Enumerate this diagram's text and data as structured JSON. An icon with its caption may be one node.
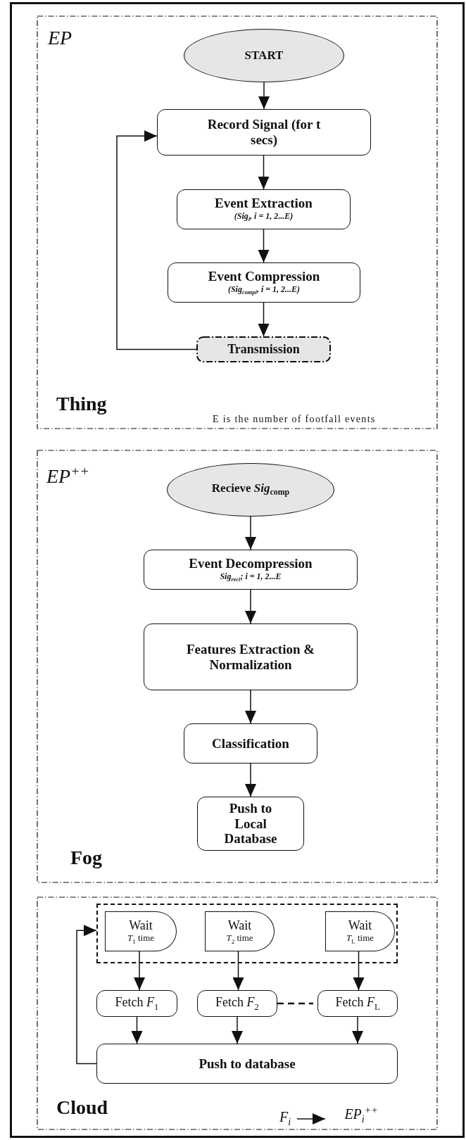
{
  "diagram": {
    "nodes": [
      {
        "text": [
          "EP",
          "Thing"
        ]
      },
      {
        "text": [
          "START"
        ],
        "in": 0
      },
      {
        "text": [
          "Record Signal (for t secs)"
        ],
        "in": 0
      },
      {
        "text": [
          "Event Extraction",
          "(Sig$_{i}$, i = 1, 2...E)"
        ],
        "in": 0
      },
      {
        "text": [
          "Event Compression",
          "(Sig$_{comp}$$_{i}$, i = 1, 2...E)"
        ],
        "in": 0
      },
      {
        "text": [
          "Transmission"
        ],
        "in": 0
      },
      {
        "text": [
          "EP$^{++}$",
          "Fog"
        ]
      },
      {
        "text": [
          "Recieve *Sig*$_{comp}$"
        ],
        "in": 6
      },
      {
        "text": [
          "Event Decompression",
          "Sig$_{rec}$$_{i}$; i = 1, 2...E"
        ],
        "in": 6
      },
      {
        "text": [
          "Features Extraction & Normalization"
        ],
        "in": 6
      },
      {
        "text": [
          "Classification"
        ],
        "in": 6
      },
      {
        "text": [
          "Push to Local Database"
        ],
        "in": 6
      },
      {
        "text": [
          "Cloud"
        ]
      },
      {
        "text": [],
        "shape": "box",
        "in": 12
      },
      {
        "text": [
          "Wait",
          "*T*$_{1}$ time"
        ],
        "in": 13
      },
      {
        "text": [
          "Wait",
          "*T*$_{2}$ time"
        ],
        "in": 13
      },
      {
        "text": [
          "Wait",
          "*T*$_{L}$ time"
        ],
        "in": 13
      },
      {
        "text": [
          "Fetch *F*$_{1}$"
        ],
        "in": 12
      },
      {
        "text": [
          "Fetch *F*$_{2}$"
        ],
        "in": 12
      },
      {
        "text": [
          "Fetch *F*$_{L}$"
        ],
        "in": 12
      },
      {
        "text": [
          "Push to database"
        ],
        "in": 12
      },
      {
        "text": [
          "F$_{i}$"
        ],
        "in": 12
      },
      {
        "text": [
          "EP$_{i}$$^{++}$"
        ],
        "in": 12
      }
    ],
    "edges": [
      {
        "from": 1,
        "to": 2,
        "arrow": "to"
      },
      {
        "from": 2,
        "to": 3,
        "arrow": "to"
      },
      {
        "from": 3,
        "to": 4,
        "arrow": "to"
      },
      {
        "from": 4,
        "to": 5,
        "arrow": "to"
      },
      {
        "from": 5,
        "to": 2,
        "arrow": "to"
      },
      {
        "from": 7,
        "to": 8,
        "arrow": "to"
      },
      {
        "from": 8,
        "to": 9,
        "arrow": "to"
      },
      {
        "from": 9,
        "to": 10,
        "arrow": "to"
      },
      {
        "from": 10,
        "to": 11,
        "arrow": "to"
      },
      {
        "from": 14,
        "to": 17,
        "arrow": "to"
      },
      {
        "from": 15,
        "to": 18,
        "arrow": "to"
      },
      {
        "from": 16,
        "to": 19,
        "arrow": "to"
      },
      {
        "from": 18,
        "to": 19,
        "arrow": "none",
        "style": "dashed"
      },
      {
        "from": 17,
        "to": 20,
        "arrow": "to"
      },
      {
        "from": 18,
        "to": 20,
        "arrow": "to"
      },
      {
        "from": 19,
        "to": 20,
        "arrow": "to"
      },
      {
        "from": 20,
        "to": 13,
        "arrow": "to"
      },
      {
        "from": 21,
        "to": 22,
        "arrow": "to"
      }
    ],
    "labels": [
      "E is the number of footfall events"
    ]
  }
}
